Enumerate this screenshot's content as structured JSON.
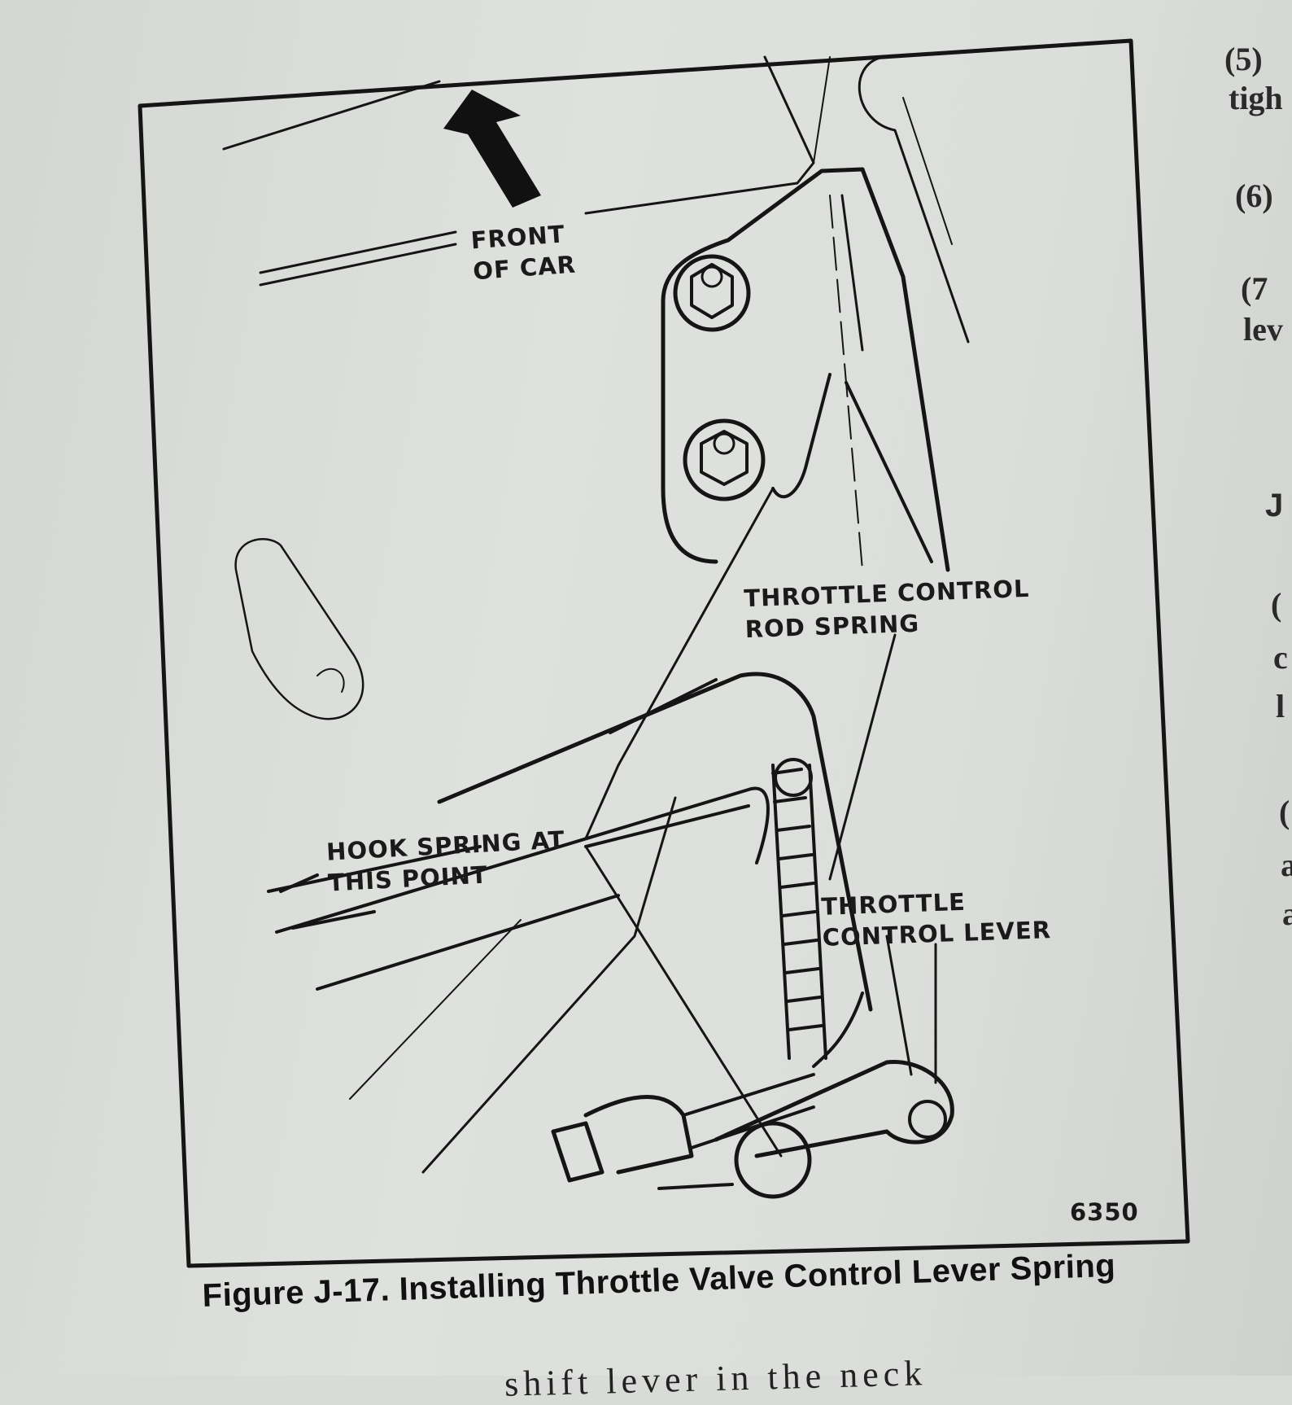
{
  "figure": {
    "labels": {
      "front": "FRONT\nOF CAR",
      "rod_spring": "THROTTLE CONTROL\nROD SPRING",
      "hook": "HOOK SPRING AT\nTHIS POINT",
      "lever": "THROTTLE\nCONTROL LEVER",
      "number": "6350"
    },
    "caption": "Figure J-17.  Installing Throttle Valve Control Lever Spring"
  },
  "side_text": [
    "(5)",
    "tigh",
    "(6)",
    "(7",
    "lev",
    "J",
    "(",
    "c",
    "l",
    "(",
    "a",
    "a"
  ],
  "bottom_text": "shift lever in the neck"
}
